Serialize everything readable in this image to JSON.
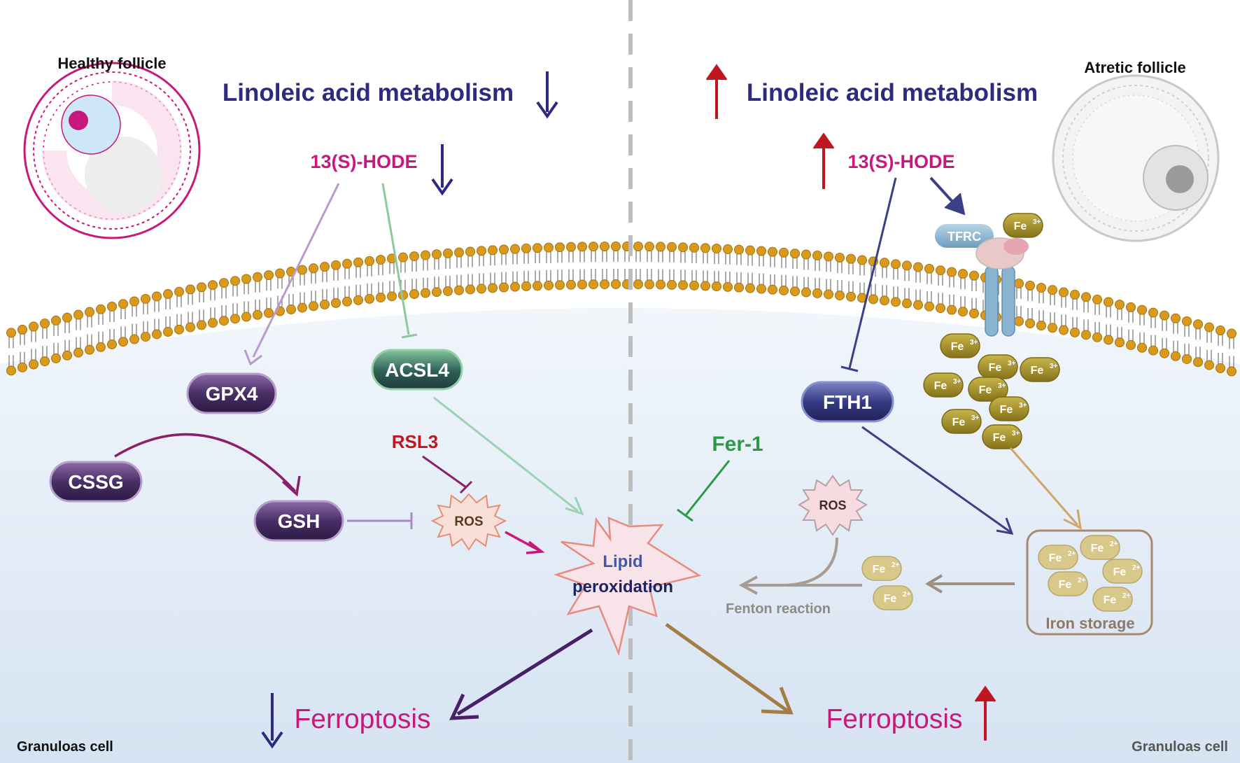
{
  "left_panel": {
    "follicle_label": "Healthy follicle",
    "metabolism_label": "Linoleic acid metabolism",
    "hode_label": "13(S)-HODE",
    "gpx4_label": "GPX4",
    "acsl4_label": "ACSL4",
    "cssg_label": "CSSG",
    "gsh_label": "GSH",
    "rsl3_label": "RSL3",
    "ros_label": "ROS",
    "ferroptosis_label": "Ferroptosis",
    "cell_label": "Granuloas cell"
  },
  "center": {
    "lipid_label_line1": "Lipid",
    "lipid_label_line2": "peroxidation",
    "fer1_label": "Fer-1"
  },
  "right_panel": {
    "follicle_label": "Atretic follicle",
    "metabolism_label": "Linoleic acid metabolism",
    "hode_label": "13(S)-HODE",
    "tfrc_label": "TFRC",
    "fth1_label": "FTH1",
    "fe3_label": "Fe",
    "fe3_sup": "3+",
    "fe2_label": "Fe",
    "fe2_sup": "2+",
    "ros_label": "ROS",
    "fenton_label": "Fenton reaction",
    "iron_storage_label": "Iron storage",
    "ferroptosis_label": "Ferroptosis",
    "cell_label": "Granuloas cell"
  },
  "colors": {
    "navy_text": "#2e2a7e",
    "magenta": "#c8197b",
    "red": "#c0161f",
    "green": "#2a9a45",
    "purple_pill": "#5a3a78",
    "teal_pill": "#3e7a6a",
    "navy_pill": "#3a3f86",
    "fe_gold": "#a9962a",
    "fe_pale": "#d8c98a",
    "cell_bg": "#dfe9f4",
    "lipid_head": "#d99a1c"
  }
}
